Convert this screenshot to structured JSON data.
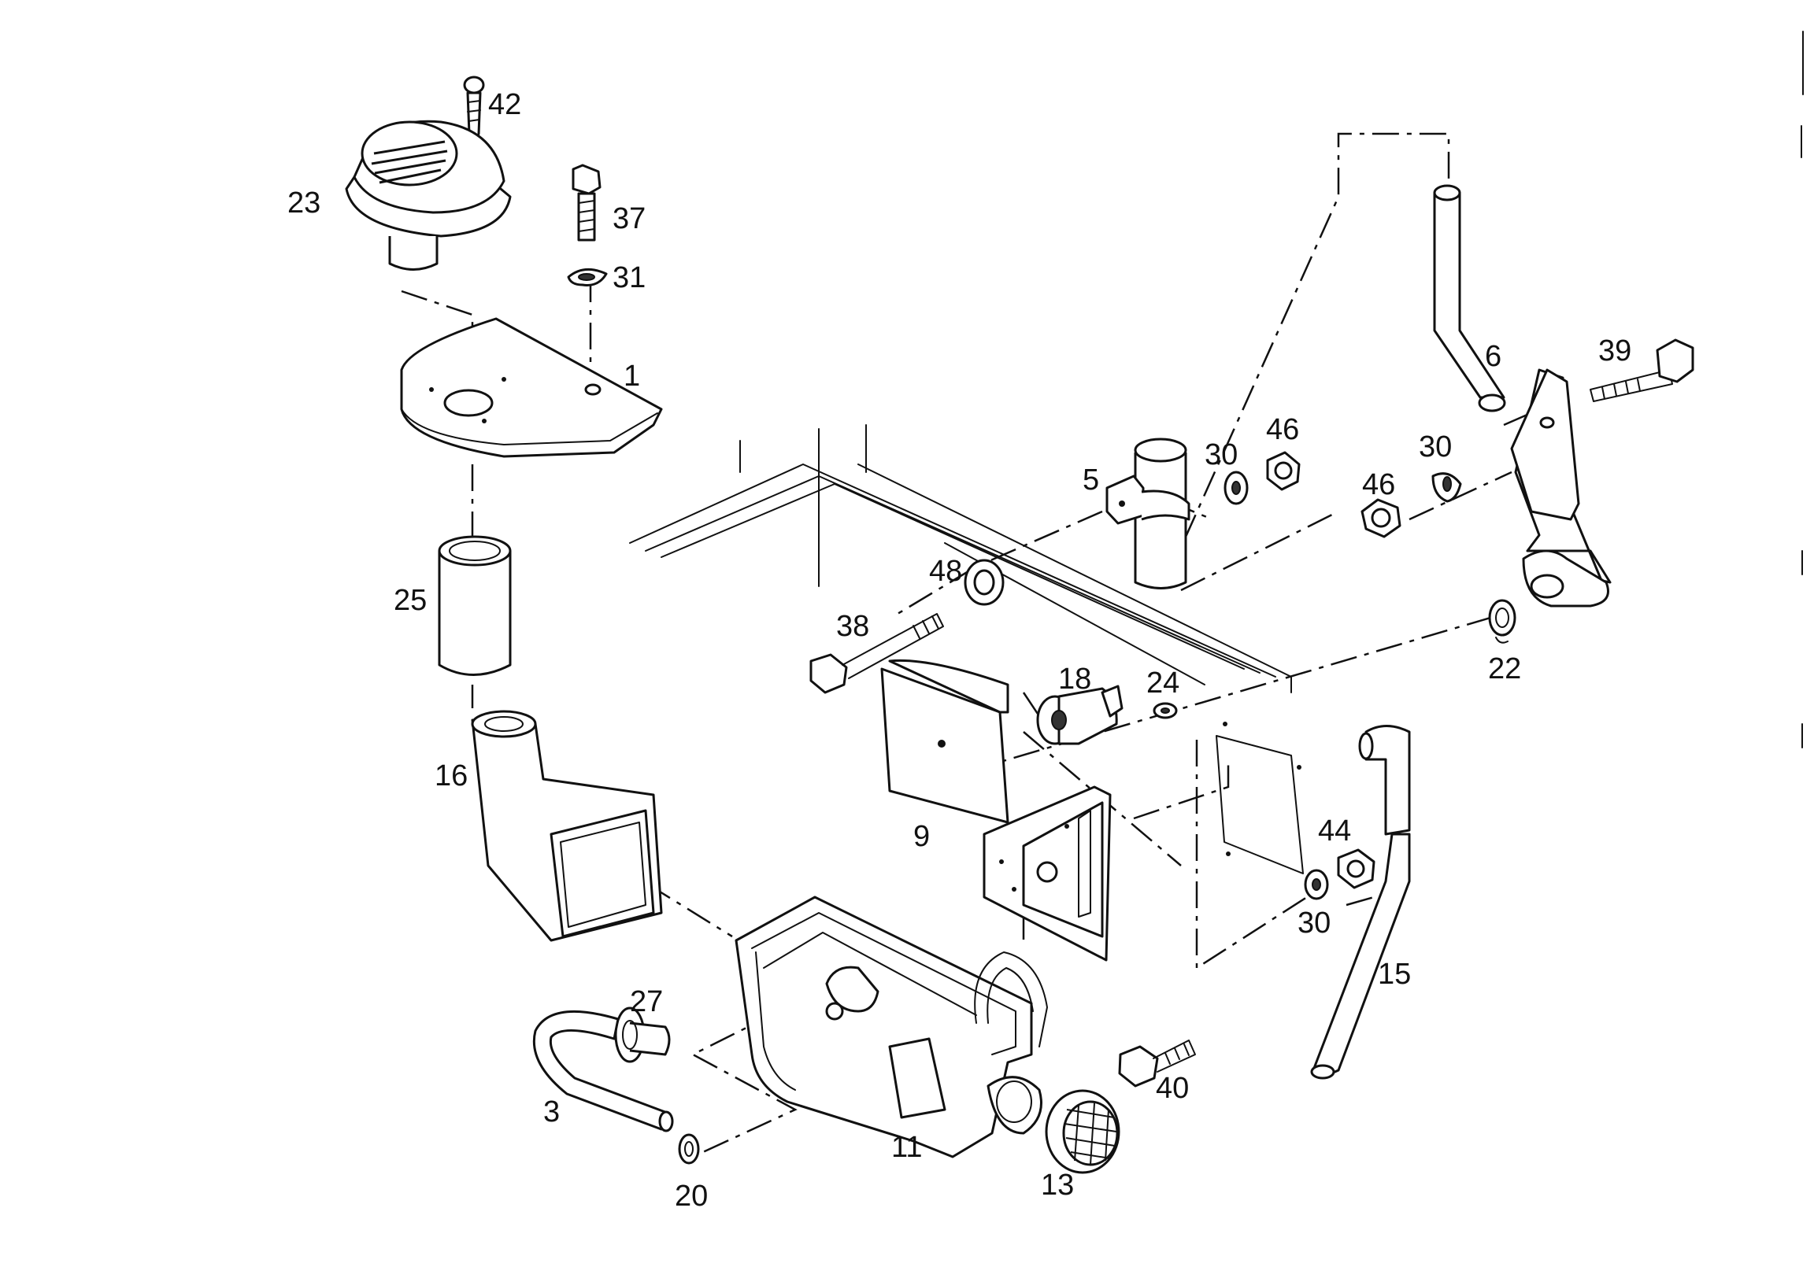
{
  "callouts": [
    {
      "id": "c42",
      "label": "42"
    },
    {
      "id": "c23",
      "label": "23"
    },
    {
      "id": "c37",
      "label": "37"
    },
    {
      "id": "c31",
      "label": "31"
    },
    {
      "id": "c1",
      "label": "1"
    },
    {
      "id": "c25",
      "label": "25"
    },
    {
      "id": "c16",
      "label": "16"
    },
    {
      "id": "c6",
      "label": "6"
    },
    {
      "id": "c39",
      "label": "39"
    },
    {
      "id": "c5",
      "label": "5"
    },
    {
      "id": "c30a",
      "label": "30"
    },
    {
      "id": "c46a",
      "label": "46"
    },
    {
      "id": "c46b",
      "label": "46"
    },
    {
      "id": "c30b",
      "label": "30"
    },
    {
      "id": "c48",
      "label": "48"
    },
    {
      "id": "c38",
      "label": "38"
    },
    {
      "id": "c18",
      "label": "18"
    },
    {
      "id": "c24",
      "label": "24"
    },
    {
      "id": "c22",
      "label": "22"
    },
    {
      "id": "c9",
      "label": "9"
    },
    {
      "id": "c44",
      "label": "44"
    },
    {
      "id": "c30c",
      "label": "30"
    },
    {
      "id": "c15",
      "label": "15"
    },
    {
      "id": "c27",
      "label": "27"
    },
    {
      "id": "c3",
      "label": "3"
    },
    {
      "id": "c20",
      "label": "20"
    },
    {
      "id": "c11",
      "label": "11"
    },
    {
      "id": "c13",
      "label": "13"
    },
    {
      "id": "c40",
      "label": "40"
    }
  ]
}
